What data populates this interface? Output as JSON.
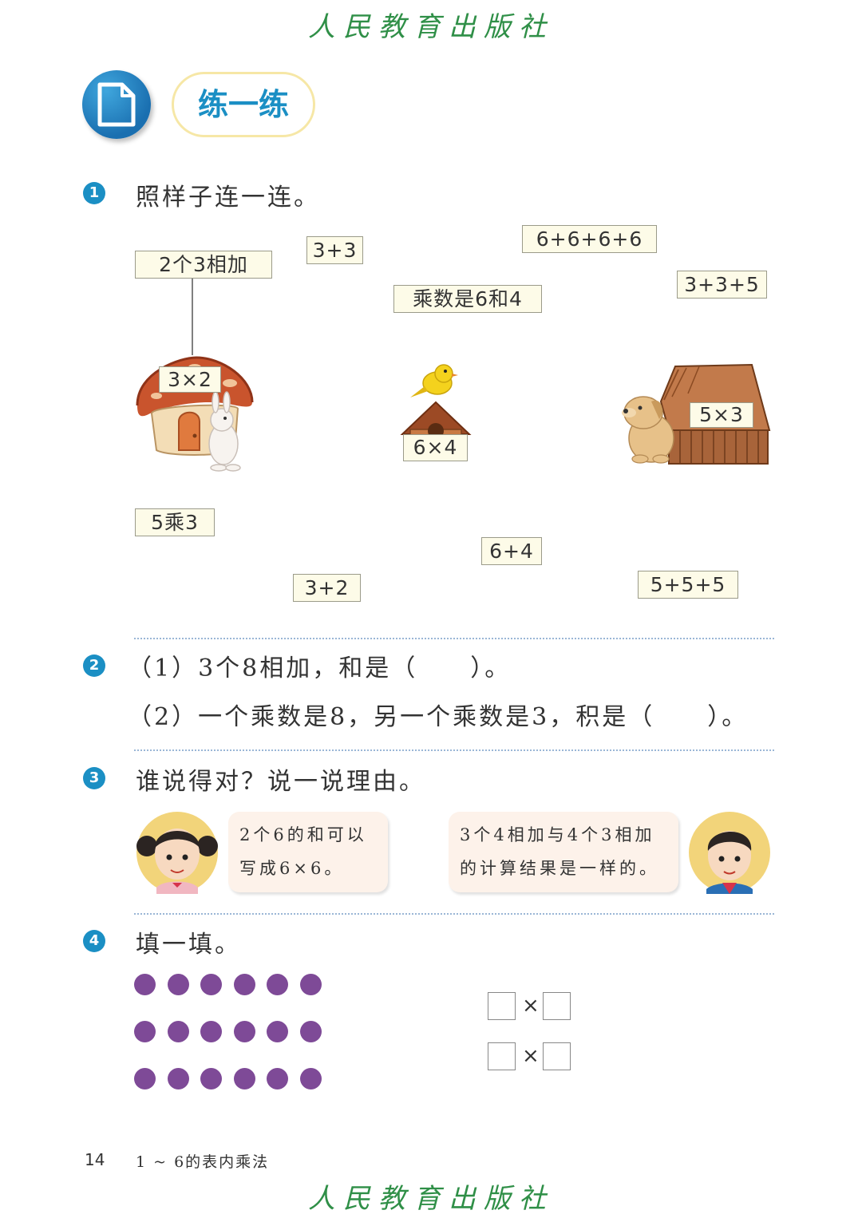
{
  "publisher": "人民教育出版社",
  "section": {
    "title": "练一练"
  },
  "q1": {
    "number": "1",
    "prompt": "照样子连一连。",
    "labels": {
      "two_threes_sum": "2个3相加",
      "three_plus_three": "3+3",
      "six_sum_four": "6+6+6+6",
      "three_three_five": "3+3+5",
      "factors_six_four": "乘数是6和4",
      "five_times_three_words": "5乘3",
      "six_plus_four": "6+4",
      "three_plus_two": "3+2",
      "five_sum_three": "5+5+5"
    },
    "houses": {
      "mushroom": "3×2",
      "birdhouse": "6×4",
      "doghouse": "5×3"
    }
  },
  "q2": {
    "number": "2",
    "line1": "（1）3个8相加，和是（　　）。",
    "line2": "（2）一个乘数是8，另一个乘数是3，积是（　　）。"
  },
  "q3": {
    "number": "3",
    "prompt": "谁说得对？说一说理由。",
    "girl_line1": "2个6的和可以",
    "girl_line2": "写成6×6。",
    "boy_line1": "3个4相加与4个3相加",
    "boy_line2": "的计算结果是一样的。"
  },
  "q4": {
    "number": "4",
    "prompt": "填一填。",
    "dot_rows": 3,
    "dot_cols": 6,
    "dot_color": "#7e4a97",
    "times_sign": "×"
  },
  "footer": {
    "page": "14",
    "chapter": "1 ~ 6的表内乘法"
  }
}
